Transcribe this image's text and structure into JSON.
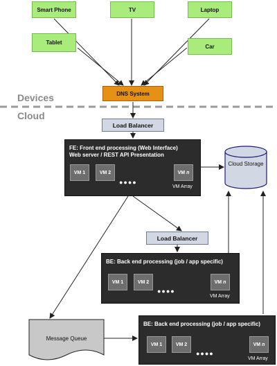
{
  "devices": {
    "smart_phone": "Smart Phone",
    "tv": "TV",
    "laptop": "Laptop",
    "tablet": "Tablet",
    "car": "Car"
  },
  "dns": "DNS System",
  "sections": {
    "devices": "Devices",
    "cloud": "Cloud"
  },
  "lb_top": "Load Balancer",
  "lb_mid": "Load Balancer",
  "fe": {
    "title_line1": "FE: Front end processing (Web Interface)",
    "title_line2": "Web server / REST API Presentation",
    "vm1": "VM 1",
    "vm2": "VM 2",
    "vm_n_prefix": "VM ",
    "vm_n_suffix": "n",
    "dots": "●●●●",
    "vm_array": "VM Array"
  },
  "be1": {
    "title": "BE: Back end processing (job / app specific)",
    "vm1": "VM 1",
    "vm2": "VM 2",
    "vm_n_prefix": "VM ",
    "vm_n_suffix": "n",
    "dots": "●●●●",
    "vm_array": "VM Array"
  },
  "be2": {
    "title": "BE: Back end processing (job / app specific)",
    "vm1": "VM 1",
    "vm2": "VM 2",
    "vm_n_prefix": "VM ",
    "vm_n_suffix": "n",
    "dots": "●●●●",
    "vm_array": "VM Array"
  },
  "cloud_storage": "Cloud Storage",
  "message_queue": "Message Queue",
  "colors": {
    "device_fill": "#a9ec7b",
    "dns_fill": "#e59116",
    "lb_fill": "#d1d7e3",
    "panel_fill": "#2c2c2c",
    "storage_fill": "#d1d7e3",
    "queue_fill": "#c8c8c8"
  }
}
